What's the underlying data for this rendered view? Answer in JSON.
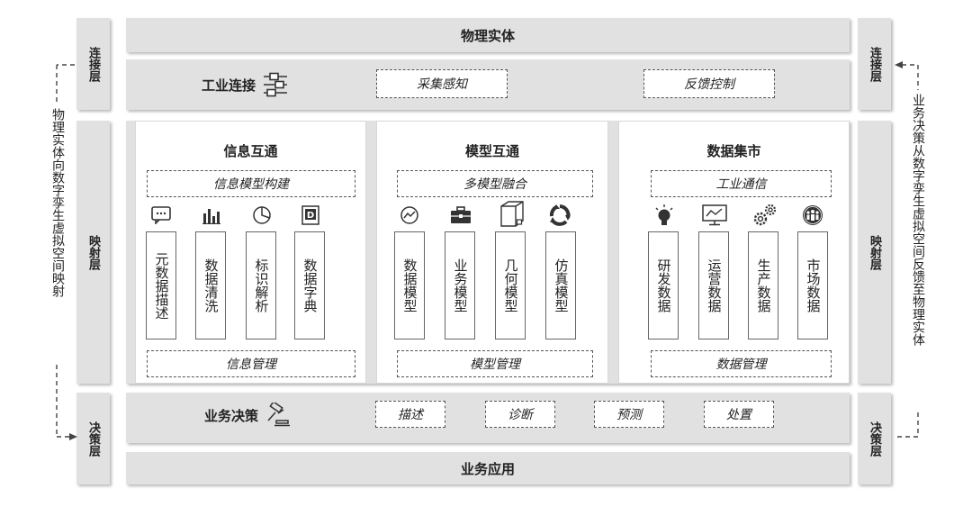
{
  "layers": {
    "left": {
      "connect": "连接层",
      "mapping": "映射层",
      "decision": "决策层"
    },
    "right": {
      "connect": "连接层",
      "mapping": "映射层",
      "decision": "决策层"
    }
  },
  "physical_entity": "物理实体",
  "industrial_connection": {
    "label": "工业连接",
    "boxes": [
      "采集感知",
      "反馈控制"
    ]
  },
  "panels": [
    {
      "title": "信息互通",
      "top_box": "信息模型构建",
      "columns": [
        "元数据描述",
        "数据清洗",
        "标识解析",
        "数据字典"
      ],
      "bottom_box": "信息管理",
      "icons": [
        "chat-icon",
        "bar-chart-icon",
        "pie-chart-icon",
        "document-icon"
      ]
    },
    {
      "title": "模型互通",
      "top_box": "多模型融合",
      "columns": [
        "数据模型",
        "业务模型",
        "几何模型",
        "仿真模型"
      ],
      "bottom_box": "模型管理",
      "icons": [
        "trend-circle-icon",
        "briefcase-icon",
        "cube-icon",
        "cycle-icon"
      ]
    },
    {
      "title": "数据集市",
      "top_box": "工业通信",
      "columns": [
        "研发数据",
        "运营数据",
        "生产数据",
        "市场数据"
      ],
      "bottom_box": "数据管理",
      "icons": [
        "lightbulb-icon",
        "monitor-chart-icon",
        "gears-icon",
        "people-icon"
      ]
    }
  ],
  "business_decision": {
    "label": "业务决策",
    "boxes": [
      "描述",
      "诊断",
      "预测",
      "处置"
    ]
  },
  "business_application": "业务应用",
  "left_flow": "物理实体向数字孪生虚拟空间映射",
  "right_flow": "业务决策从数字孪生虚拟空间反馈至物理实体",
  "colors": {
    "layer_gray": "#e1e1e1",
    "border": "#555555",
    "icon": "#333333"
  }
}
